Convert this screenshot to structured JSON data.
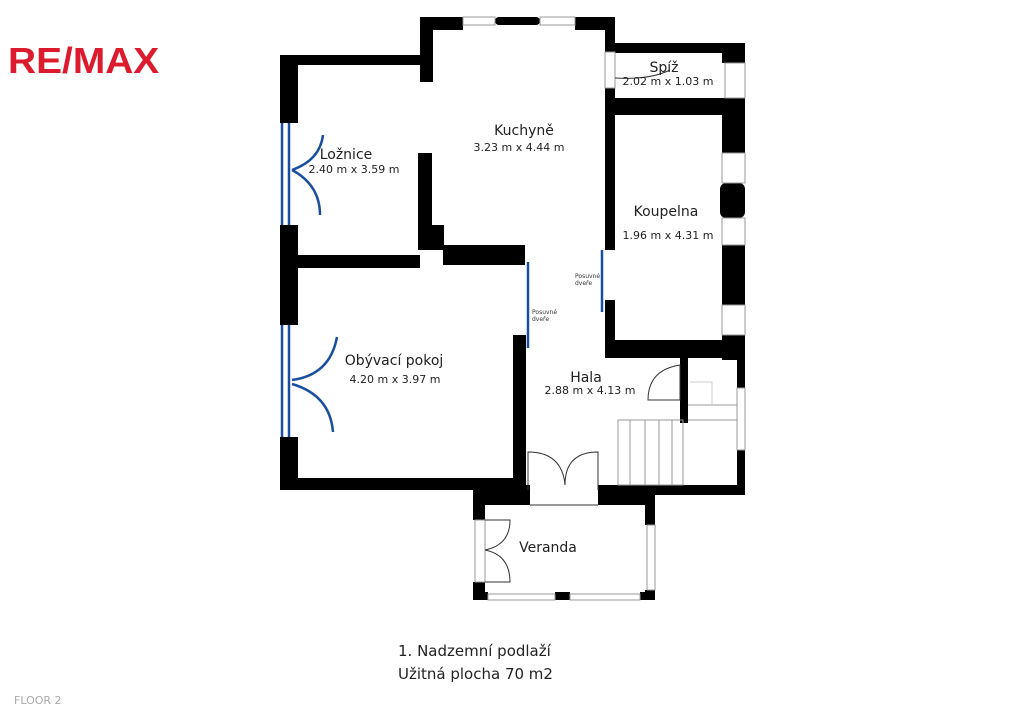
{
  "logo": {
    "text": "RE/MAX",
    "color": "#dc1c2e"
  },
  "rooms": [
    {
      "name": "Ložnice",
      "size": "2.40 m x 3.59 m"
    },
    {
      "name": "Kuchyně",
      "size": "3.23 m x 4.44 m"
    },
    {
      "name": "Spíž",
      "size": "2.02 m x 1.03 m"
    },
    {
      "name": "Koupelna",
      "size": "1.96 m x 4.31 m"
    },
    {
      "name": "Obývací pokoj",
      "size": "4.20 m x 3.97 m"
    },
    {
      "name": "Hala",
      "size": "2.88 m x 4.13 m"
    },
    {
      "name": "Veranda"
    }
  ],
  "sliding_door_labels": [
    {
      "line1": "Posuvné",
      "line2": "dveře"
    },
    {
      "line1": "Posuvné",
      "line2": "dveře"
    }
  ],
  "caption": {
    "line1": "1. Nadzemní podlaží",
    "line2": "Užitná plocha 70 m2"
  },
  "floor_label": "FLOOR 2",
  "colors": {
    "wall": "#000000",
    "door_blue": "#1a4fa0"
  }
}
